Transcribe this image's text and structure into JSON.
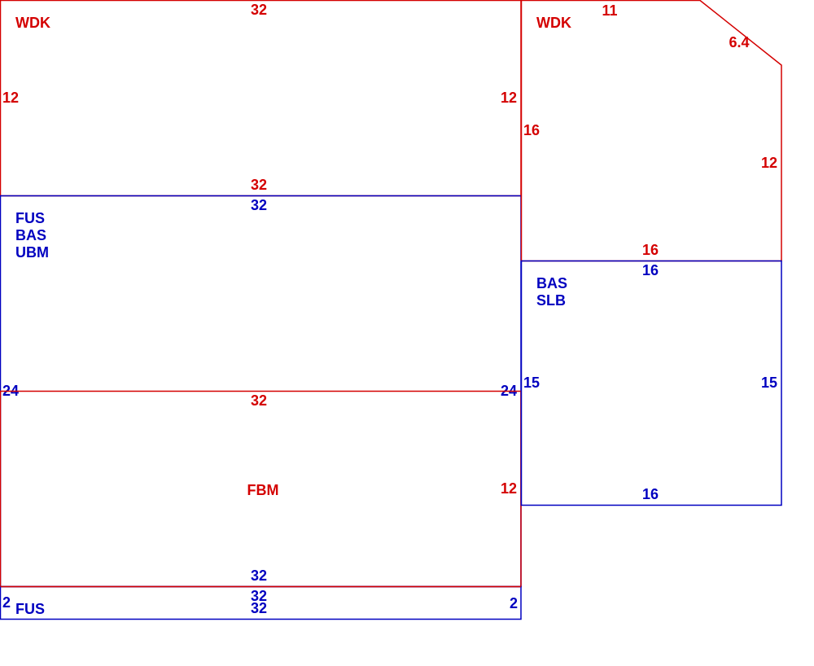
{
  "colors": {
    "deck": "#d40000",
    "living": "#0000c0",
    "background": "#ffffff"
  },
  "areas": {
    "wdk_left": {
      "label": "WDK",
      "top": "32",
      "bottom": "32",
      "left": "12",
      "right": "12"
    },
    "fus_main": {
      "label_1": "FUS",
      "label_2": "BAS",
      "label_3": "UBM",
      "top": "32",
      "left": "24",
      "right": "24"
    },
    "fbm": {
      "label": "FBM",
      "top": "32",
      "right": "12",
      "bottom": "32"
    },
    "fus_strip": {
      "label": "FUS",
      "top": "32",
      "bottom": "32",
      "left": "2",
      "right": "2"
    },
    "wdk_right": {
      "label": "WDK",
      "top": "11",
      "chamfer": "6.4",
      "left": "16",
      "right": "12",
      "bottom": "16"
    },
    "bas_slb": {
      "label_1": "BAS",
      "label_2": "SLB",
      "top": "16",
      "bottom": "16",
      "left": "15",
      "right": "15"
    }
  }
}
